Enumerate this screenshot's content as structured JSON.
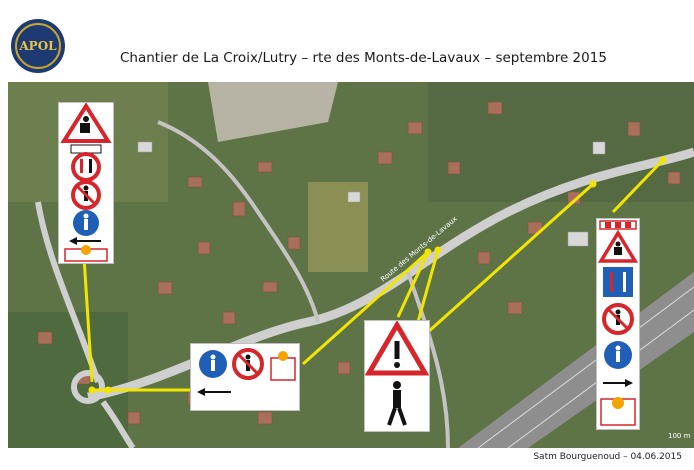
{
  "header": {
    "logo_text": "APOL",
    "title": "Chantier de La Croix/Lutry – rte des Monts-de-Lavaux – septembre 2015"
  },
  "footer": {
    "credit": "Satm Bourguenoud – 04.06.2015"
  },
  "map": {
    "road_label": "Route des Monts-de-Lavaux",
    "scale_label": "100 m",
    "colors": {
      "callout_line": "#f2e600",
      "sign_red": "#d7262b",
      "sign_blue": "#1f5fb5",
      "road": "#cfcfcf"
    }
  },
  "signs": {
    "panel_left": [
      "triangle-roadworks-sign",
      "yield-oncoming-sign",
      "no-pedestrians-sign",
      "pedestrian-path-sign",
      "arrow-left-sign",
      "barrier-lamp"
    ],
    "panel_bottom": [
      "pedestrian-path-sign",
      "no-pedestrians-sign",
      "barrier-lamp"
    ],
    "panel_center": [
      "danger-triangle-sign",
      "pedestrian-symbol"
    ],
    "panel_right": [
      "barrier-top",
      "triangle-roadworks-sign",
      "priority-over-oncoming-sign",
      "no-pedestrians-sign",
      "pedestrian-path-sign",
      "arrow-right-sign",
      "barrier-lamp"
    ]
  }
}
